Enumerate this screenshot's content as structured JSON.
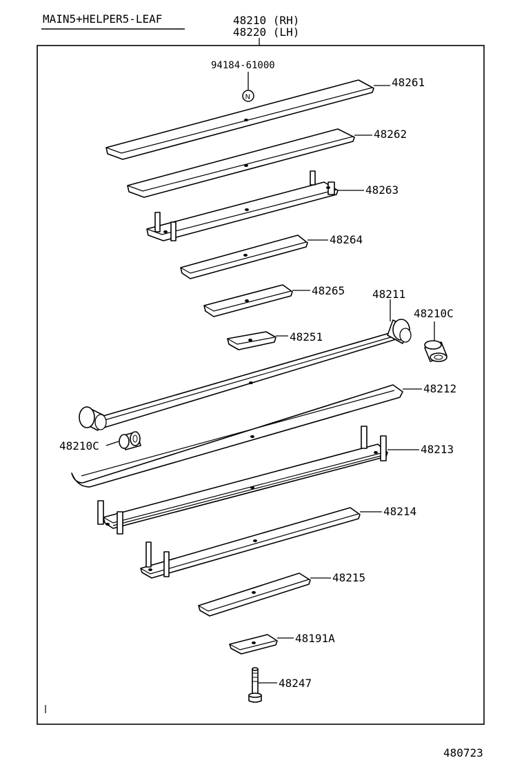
{
  "header": {
    "title": "MAIN5+HELPER5-LEAF",
    "assembly_rh": "48210 (RH)",
    "assembly_lh": "48220 (LH)"
  },
  "footer": {
    "code": "480723"
  },
  "parts": {
    "p94184": "94184-61000",
    "p48261": "48261",
    "p48262": "48262",
    "p48263": "48263",
    "p48264": "48264",
    "p48265": "48265",
    "p48211": "48211",
    "p48210c_right": "48210C",
    "p48251": "48251",
    "p48212": "48212",
    "p48210c_left": "48210C",
    "p48213": "48213",
    "p48214": "48214",
    "p48215": "48215",
    "p48191a": "48191A",
    "p48247": "48247"
  }
}
